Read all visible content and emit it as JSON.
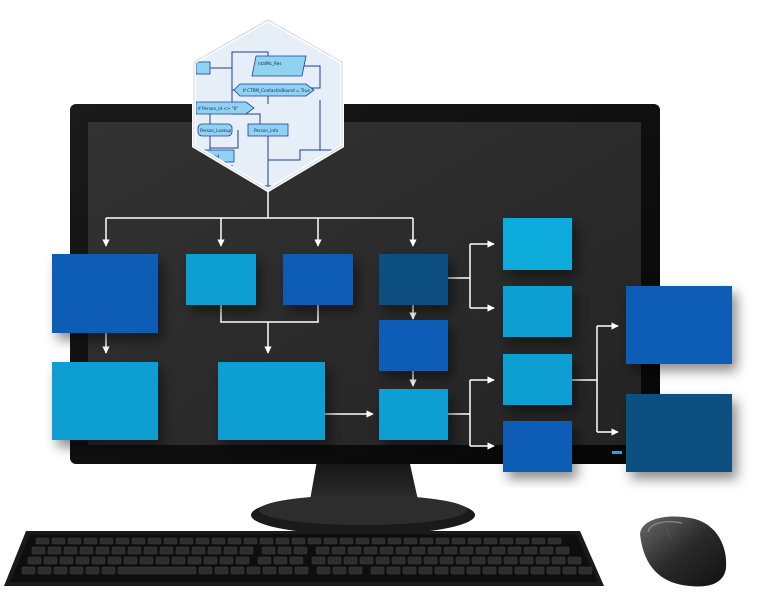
{
  "colors": {
    "background": "#ffffff",
    "monitor_bezel": "#0a0a0a",
    "screen": "#2b2b2b",
    "box_dark_blue": "#0a5cb6",
    "box_mid_blue": "#0d9fd2",
    "box_light_blue": "#0aaadc",
    "box_navy": "#0b4f80",
    "connector": "#ffffff",
    "hex_background": "#e6eef8",
    "hex_line": "#1e3e9c",
    "hex_node": "#8fd3f0"
  },
  "hexagon": {
    "nodes": [
      {
        "label": "ntalMc_Res"
      },
      {
        "label": "If CTRM_ContactInBound = True"
      },
      {
        "label": "If Person_id <> \"0\""
      },
      {
        "label": "Person_Lookup"
      },
      {
        "label": "Person_info"
      },
      {
        "label": "InBound"
      }
    ]
  }
}
